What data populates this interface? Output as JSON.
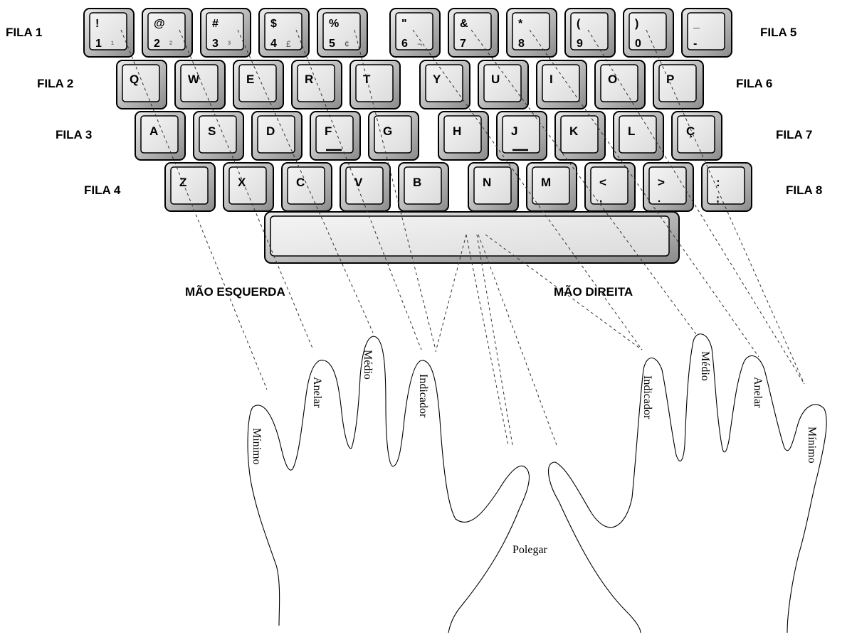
{
  "rows": [
    {
      "label": "FILA 1"
    },
    {
      "label": "FILA 2"
    },
    {
      "label": "FILA 3"
    },
    {
      "label": "FILA 4"
    },
    {
      "label": "FILA 5"
    },
    {
      "label": "FILA 6"
    },
    {
      "label": "FILA 7"
    },
    {
      "label": "FILA 8"
    }
  ],
  "keyboard": {
    "row1": [
      {
        "top": "!",
        "bottom": "1",
        "extra": "¹"
      },
      {
        "top": "@",
        "bottom": "2",
        "extra": "²"
      },
      {
        "top": "#",
        "bottom": "3",
        "extra": "³"
      },
      {
        "top": "$",
        "bottom": "4",
        "extra": "£"
      },
      {
        "top": "%",
        "bottom": "5",
        "extra": "¢"
      },
      {
        "top": "\"",
        "bottom": "6",
        "extra": "¬"
      },
      {
        "top": "&",
        "bottom": "7",
        "extra": ""
      },
      {
        "top": "*",
        "bottom": "8",
        "extra": ""
      },
      {
        "top": "(",
        "bottom": "9",
        "extra": ""
      },
      {
        "top": ")",
        "bottom": "0",
        "extra": ""
      },
      {
        "top": "_",
        "bottom": "-",
        "extra": ""
      }
    ],
    "row2": [
      "Q",
      "W",
      "E",
      "R",
      "T",
      "Y",
      "U",
      "I",
      "O",
      "P"
    ],
    "row3": [
      "A",
      "S",
      "D",
      "F",
      "G",
      "H",
      "J",
      "K",
      "L",
      "Ç"
    ],
    "row4": [
      {
        "top": "Z",
        "bottom": ""
      },
      {
        "top": "X",
        "bottom": ""
      },
      {
        "top": "C",
        "bottom": ""
      },
      {
        "top": "V",
        "bottom": ""
      },
      {
        "top": "B",
        "bottom": ""
      },
      {
        "top": "N",
        "bottom": ""
      },
      {
        "top": "M",
        "bottom": ""
      },
      {
        "top": "<",
        "bottom": ","
      },
      {
        "top": ">",
        "bottom": "."
      },
      {
        "top": ":",
        "bottom": ";"
      }
    ]
  },
  "hands": {
    "left_label": "MÃO ESQUERDA",
    "right_label": "MÃO DIREITA",
    "fingers_left": [
      "Mínimo",
      "Anelar",
      "Médio",
      "Indicador"
    ],
    "fingers_right": [
      "Indicador",
      "Médio",
      "Anelar",
      "Mínimo"
    ],
    "thumb": "Polegar"
  }
}
